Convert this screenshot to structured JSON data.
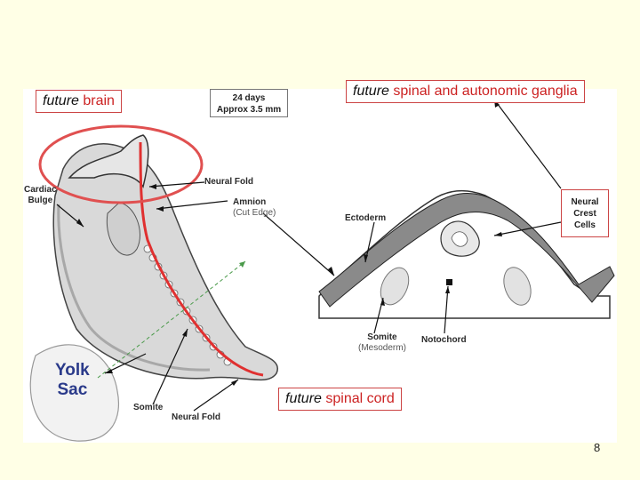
{
  "callouts": {
    "brain_prefix": "future",
    "brain_colored": "brain",
    "ganglia_prefix": "future",
    "ganglia_colored": "spinal and autonomic ganglia",
    "cord_prefix": "future",
    "cord_colored": "spinal cord"
  },
  "age_box": {
    "line1": "24 days",
    "line2": "Approx 3.5 mm"
  },
  "labels": {
    "cardiac_line1": "Cardiac",
    "cardiac_line2": "Bulge",
    "neural_fold_top": "Neural Fold",
    "amnion": "Amnion",
    "amnion_sub": "(Cut Edge)",
    "ectoderm": "Ectoderm",
    "neural_crest_line1": "Neural",
    "neural_crest_line2": "Crest",
    "neural_crest_line3": "Cells",
    "somite_right": "Somite",
    "somite_right_sub": "(Mesoderm)",
    "notochord": "Notochord",
    "somite_left": "Somite",
    "neural_fold_bottom": "Neural Fold",
    "yolk_line1": "Yolk",
    "yolk_line2": "Sac"
  },
  "page_number": "8",
  "colors": {
    "slide_background": "#ffffe6",
    "accent_red": "#cc2222",
    "yolk_text": "#2a3a8a"
  }
}
